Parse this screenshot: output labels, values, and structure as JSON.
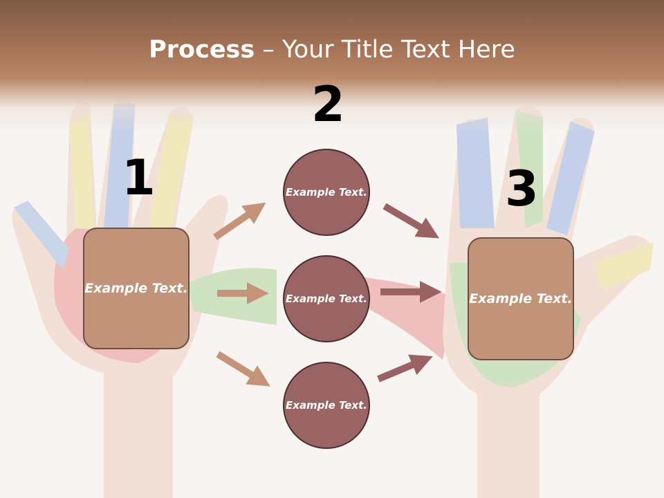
{
  "slide": {
    "title_bold": "Process",
    "title_rest": " – Your Title Text Here",
    "steps": [
      "1",
      "2",
      "3"
    ],
    "left_box": "Example Text.",
    "right_box": "Example Text.",
    "circles": [
      "Example Text.",
      "Example Text.",
      "Example Text."
    ]
  },
  "colors": {
    "header": "#a47155",
    "box_fill": "#c19378",
    "circle_fill": "#9a6464",
    "arrow_light": "#c49379",
    "arrow_dark": "#9a6262"
  }
}
